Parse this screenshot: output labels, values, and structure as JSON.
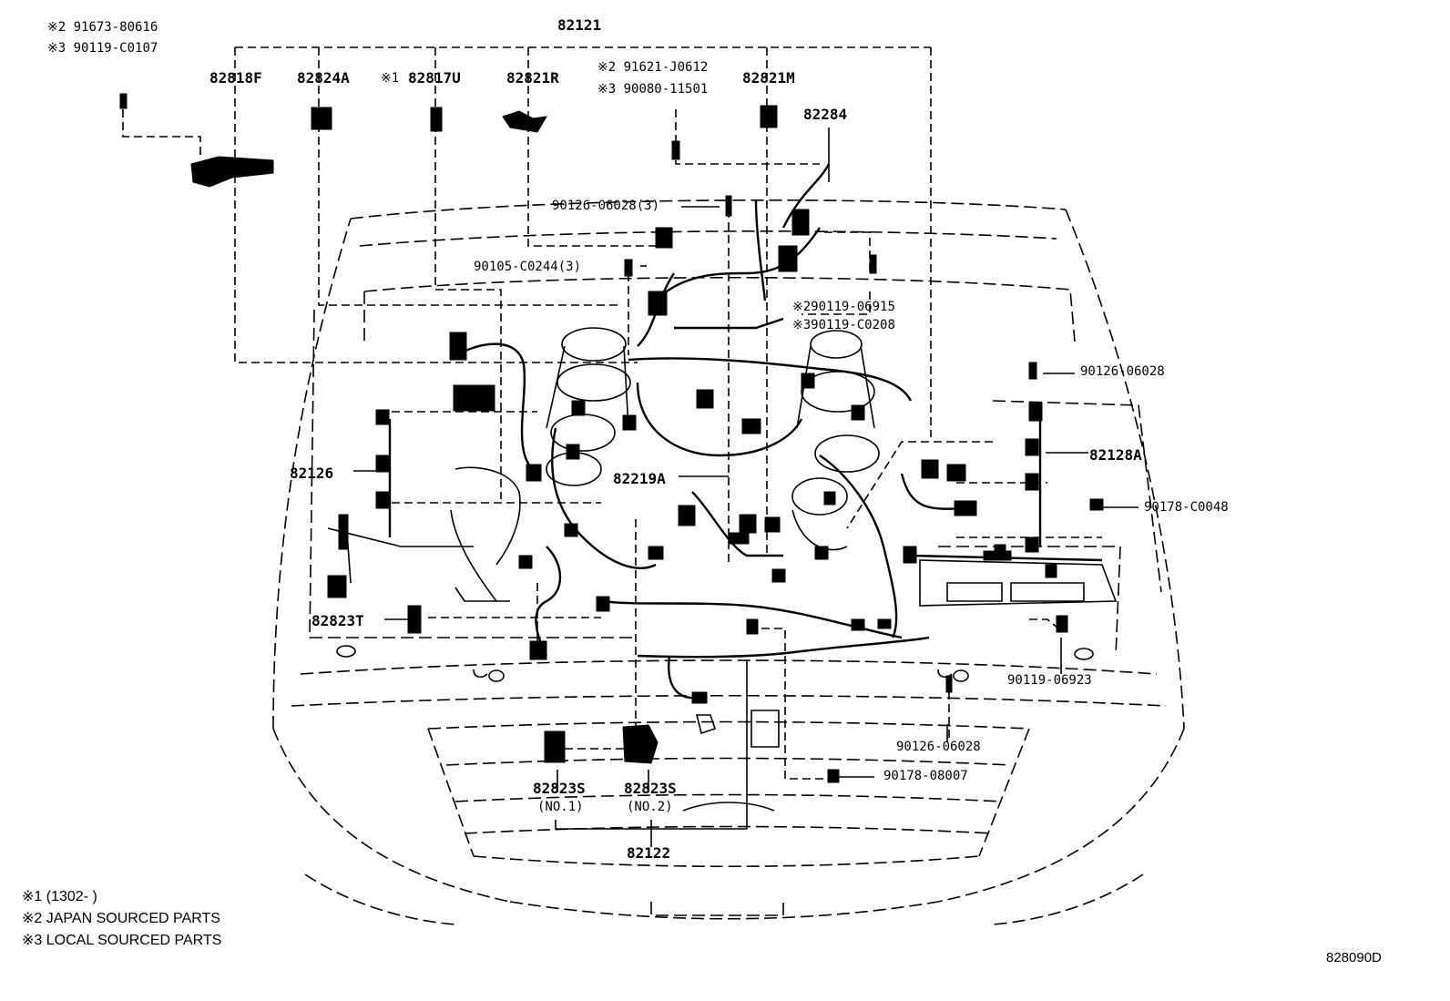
{
  "labels": {
    "harness_main": "82121",
    "harness_front": "82122",
    "p_82818F": "82818F",
    "p_82824A": "82824A",
    "p_82817U_mark": "※1",
    "p_82817U": "82817U",
    "p_82821R": "82821R",
    "p_82821M": "82821M",
    "p_82284": "82284",
    "p_82126": "82126",
    "p_82128A": "82128A",
    "p_82219A": "82219A",
    "p_82823T": "82823T",
    "p_82823S_1": "82823S",
    "p_82823S_1_sub": "(NO.1)",
    "p_82823S_2": "82823S",
    "p_82823S_2_sub": "(NO.2)",
    "bolt_top_left_1": "※2 91673-80616",
    "bolt_top_left_2": "※3 90119-C0107",
    "bolt_top_mid_1": "※2 91621-J0612",
    "bolt_top_mid_2": "※3 90080-11501",
    "stud_1": "90126-06028(3)",
    "bolt_2": "90105-C0244(3)",
    "bolt_right_1": "※290119-06915",
    "bolt_right_2": "※390119-C0208",
    "stud_right": "90126-06028",
    "nut_right": "90178-C0048",
    "bolt_lower_right": "90119-06923",
    "stud_lower": "90126-06028",
    "nut_lower": "90178-08007"
  },
  "notes": [
    "※1 (1302-       )",
    "※2 JAPAN SOURCED PARTS",
    "※3 LOCAL SOURCED PARTS"
  ],
  "reference": "828090D",
  "colors": {
    "line": "#000000",
    "background": "#ffffff"
  }
}
